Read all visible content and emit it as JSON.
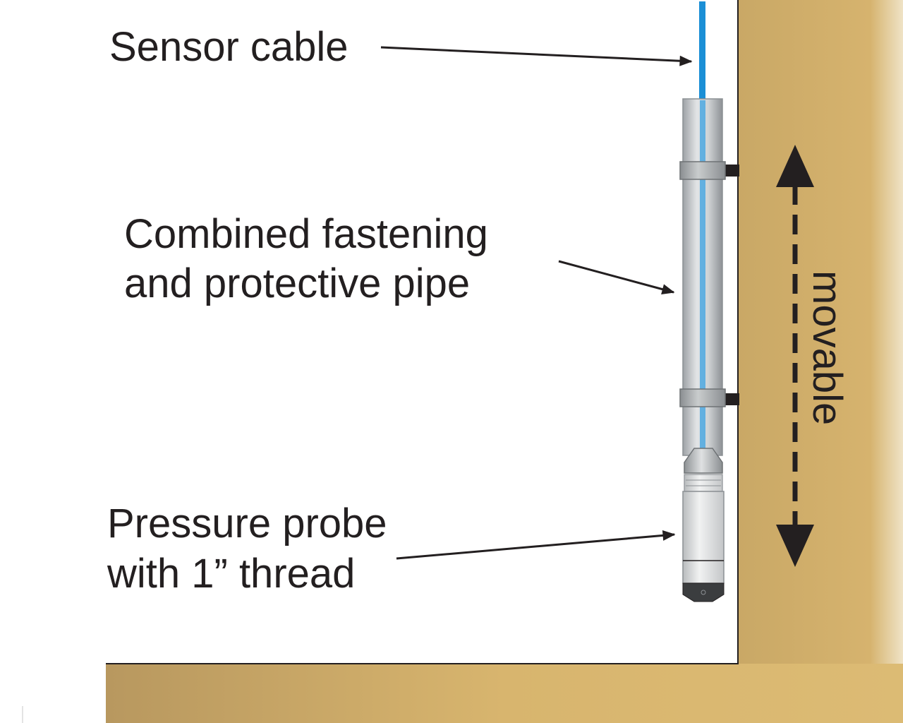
{
  "labels": {
    "sensor_cable": "Sensor cable",
    "pipe_line1": "Combined fastening",
    "pipe_line2": "and protective pipe",
    "probe_line1": "Pressure probe",
    "probe_line2": "with 1” thread",
    "movable": "movable"
  },
  "colors": {
    "wall": "#d2b06c",
    "cable": "#1b8fd6",
    "pipe": "#c8cacc",
    "text": "#231f20"
  }
}
